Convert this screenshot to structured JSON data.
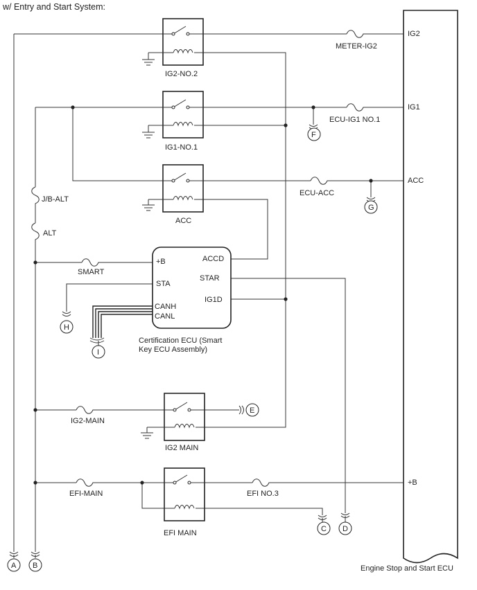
{
  "title": "w/ Entry and Start System:",
  "relays": {
    "ig2_no2": "IG2-NO.2",
    "ig1_no1": "IG1-NO.1",
    "acc": "ACC",
    "ig2_main": "IG2 MAIN",
    "efi_main": "EFI MAIN"
  },
  "fuses": {
    "meter_ig2": "METER-IG2",
    "ecu_ig1_no1": "ECU-IG1 NO.1",
    "ecu_acc": "ECU-ACC",
    "jb_alt": "J/B-ALT",
    "alt": "ALT",
    "smart": "SMART",
    "ig2_main": "IG2-MAIN",
    "efi_main": "EFI-MAIN",
    "efi_no3": "EFI NO.3"
  },
  "engine_ecu": {
    "name": "Engine Stop and Start ECU",
    "pins": {
      "ig2": "IG2",
      "ig1": "IG1",
      "acc": "ACC",
      "b": "+B"
    }
  },
  "cert_ecu": {
    "name_line1": "Certification ECU (Smart",
    "name_line2": "Key ECU Assembly)",
    "pins": {
      "b": "+B",
      "sta": "STA",
      "canh": "CANH",
      "canl": "CANL",
      "accd": "ACCD",
      "star": "STAR",
      "ig1d": "IG1D"
    }
  },
  "connectors": {
    "a": "A",
    "b": "B",
    "c": "C",
    "d": "D",
    "e": "E",
    "f": "F",
    "g": "G",
    "h": "H",
    "i": "I"
  }
}
